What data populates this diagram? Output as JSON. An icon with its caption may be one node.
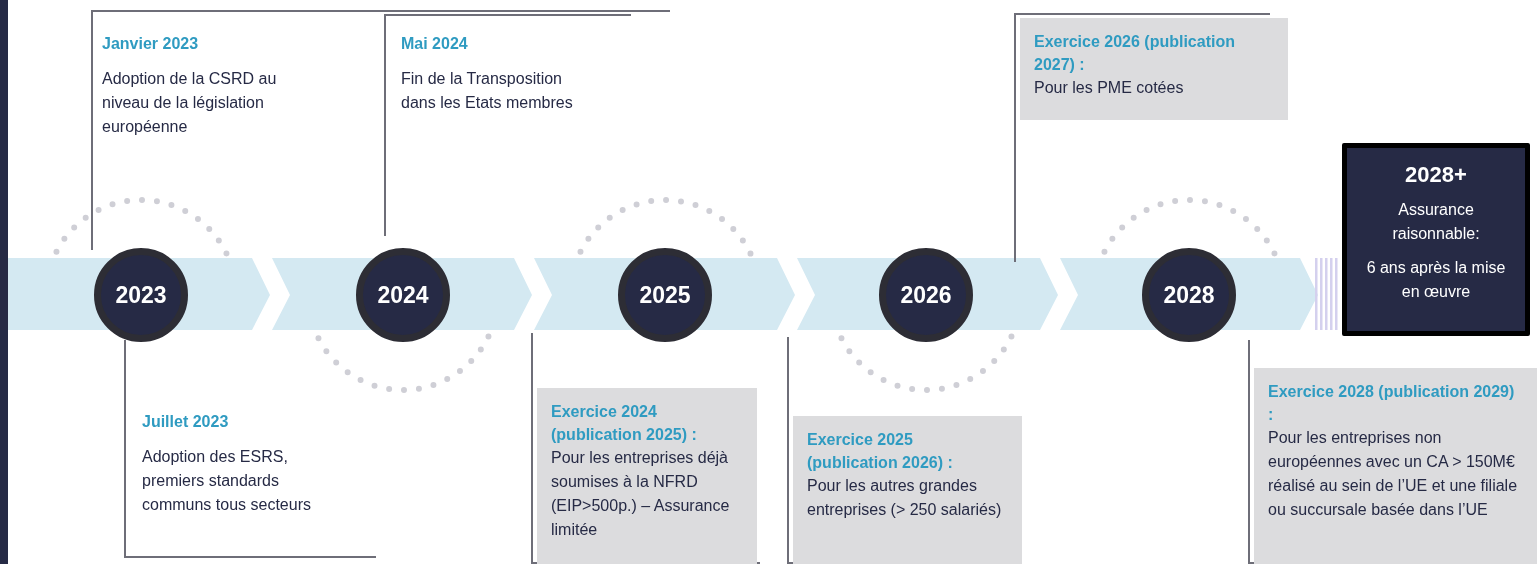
{
  "diagram": {
    "nodes": [
      {
        "text": [
          "2023"
        ]
      },
      {
        "text": [
          "2024"
        ]
      },
      {
        "text": [
          "2025"
        ]
      },
      {
        "text": [
          "2026"
        ]
      },
      {
        "text": [
          "2028"
        ]
      },
      {
        "text": [
          "2028+",
          "Assurance raisonnable:",
          "6 ans après la mise en œuvre"
        ]
      },
      {
        "text": [
          "Janvier 2023",
          "Adoption de la CSRD au niveau de la législation européenne"
        ]
      },
      {
        "text": [
          "Juillet 2023",
          "Adoption des ESRS, premiers standards communs tous secteurs"
        ]
      },
      {
        "text": [
          "Mai 2024",
          "Fin de la Transposition dans les Etats membres"
        ]
      },
      {
        "text": [
          "Exercice 2024 (publication 2025) :",
          "Pour les entreprises déjà soumises à la NFRD (EIP>500p.) – Assurance limitée"
        ]
      },
      {
        "text": [
          "Exercice 2025 (publication 2026) :",
          "Pour les autres grandes entreprises (> 250 salariés)"
        ]
      },
      {
        "text": [
          "Exercice 2026 (publication 2027) :",
          "Pour les PME cotées"
        ]
      },
      {
        "text": [
          "Exercice 2028 (publication 2029) :",
          "Pour les entreprises non européennes avec un CA > 150M€ réalisé au sein de l’UE et une filiale ou succursale basée dans l’UE"
        ]
      }
    ]
  }
}
